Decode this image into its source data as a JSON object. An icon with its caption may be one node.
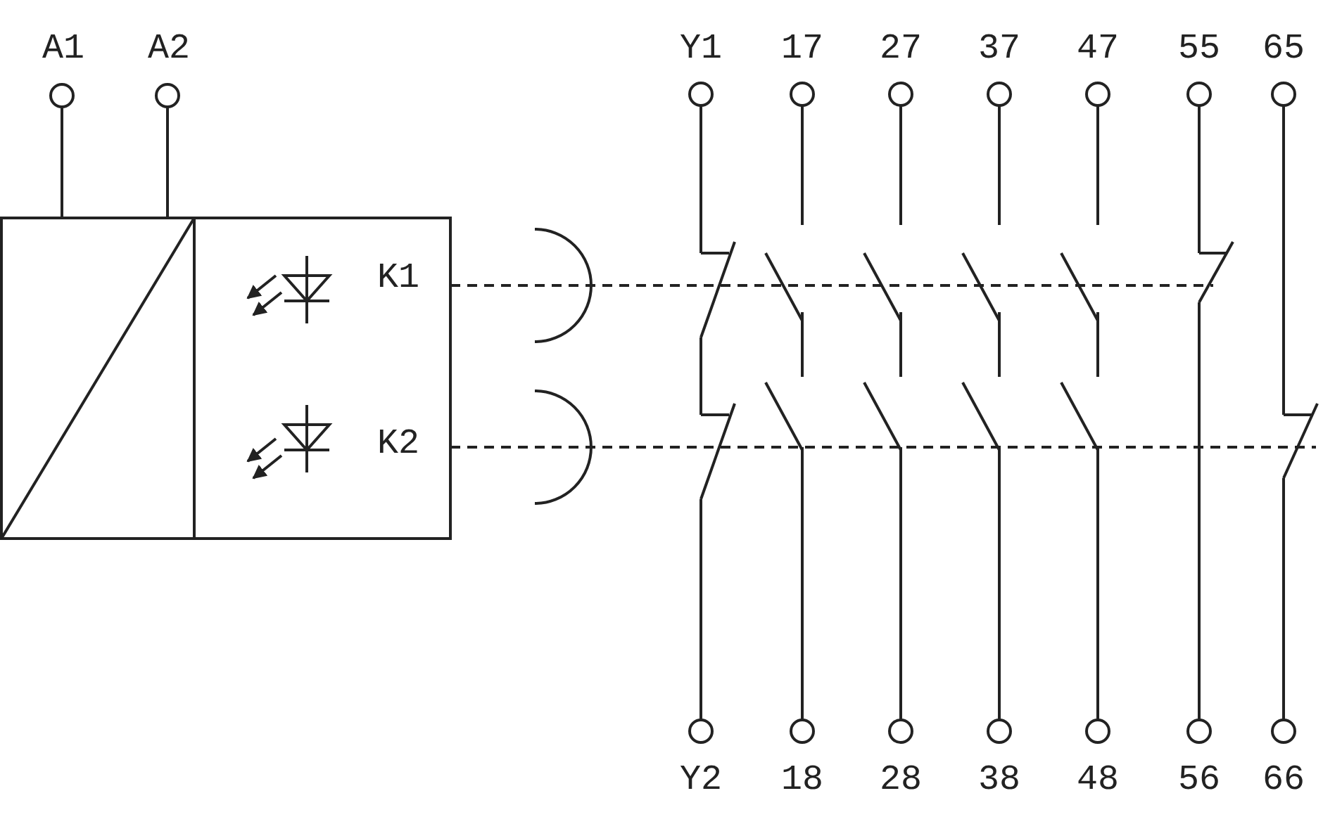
{
  "diagram": {
    "labels": [
      "A1",
      "A2",
      "Y1",
      "17",
      "27",
      "37",
      "47",
      "55",
      "65",
      "K1",
      "K2",
      "Y2",
      "18",
      "28",
      "38",
      "48",
      "56",
      "66"
    ]
  }
}
